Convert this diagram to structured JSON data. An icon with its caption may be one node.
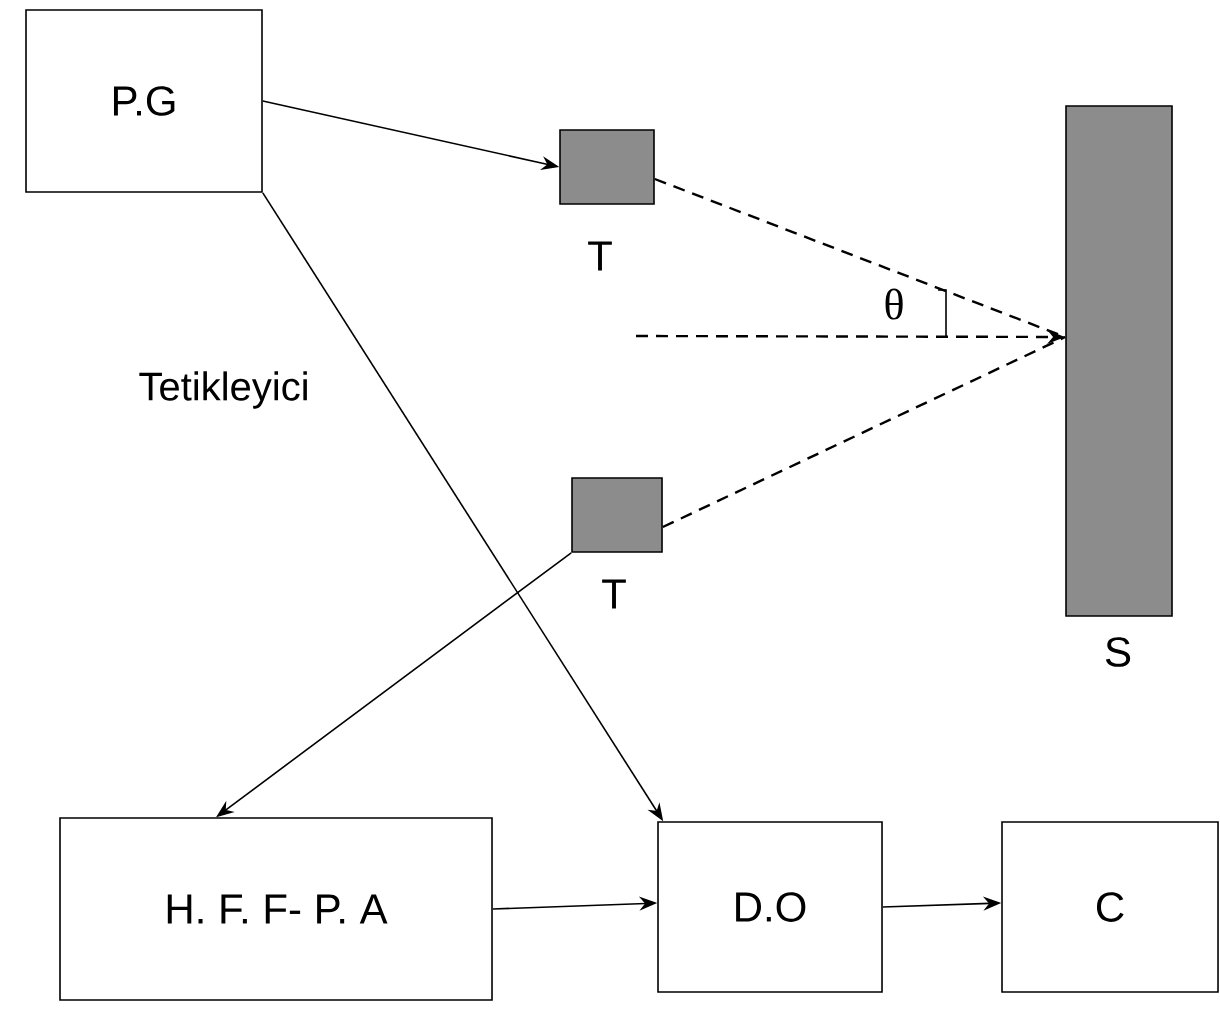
{
  "diagram": {
    "nodes": [
      {
        "text": [
          "P.G"
        ]
      },
      {
        "text": [],
        "shape": "box",
        "beside": [
          "T"
        ]
      },
      {
        "text": [],
        "shape": "box",
        "beside": [
          "S"
        ]
      },
      {
        "text": [],
        "shape": "box",
        "beside": [
          "T"
        ]
      },
      {
        "text": [
          "H. F. F- P. A"
        ]
      },
      {
        "text": [
          "D.O"
        ]
      },
      {
        "text": [
          "C"
        ]
      }
    ],
    "edges": [
      {
        "from": 0,
        "to": 1,
        "arrow": "to"
      },
      {
        "from": 0,
        "to": 5,
        "arrow": "to",
        "label": "Tetikleyici"
      },
      {
        "from": 1,
        "to": 2,
        "arrow": "none",
        "style": "dashed"
      },
      {
        "from": null,
        "to": 2,
        "arrow": "to",
        "style": "dashed"
      },
      {
        "from": 3,
        "to": 2,
        "arrow": "none",
        "style": "dashed"
      },
      {
        "from": 3,
        "to": 4,
        "arrow": "to"
      },
      {
        "from": 4,
        "to": 5,
        "arrow": "to"
      },
      {
        "from": 5,
        "to": 6,
        "arrow": "to"
      }
    ],
    "labels": [
      "θ"
    ]
  }
}
